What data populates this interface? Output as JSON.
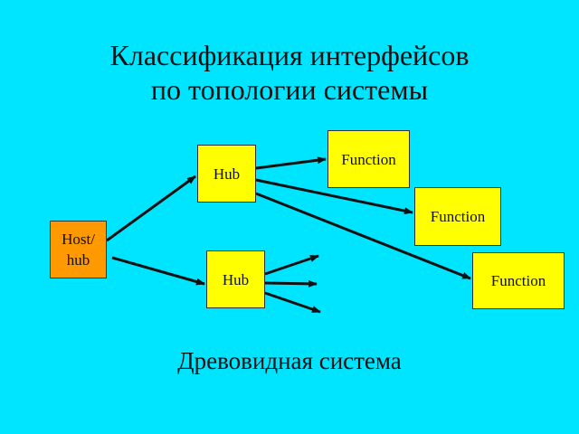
{
  "title": {
    "line1": "Классификация интерфейсов",
    "line2": "по топологии системы"
  },
  "nodes": {
    "host": {
      "line1": "Host/",
      "line2": "hub"
    },
    "hub_top": "Hub",
    "hub_bottom": "Hub",
    "function_1": "Function",
    "function_2": "Function",
    "function_3": "Function"
  },
  "caption": "Древовидная система",
  "colors": {
    "background": "#00e5ff",
    "hub_fill": "#ffff00",
    "function_fill": "#ffff00",
    "host_fill": "#ff9900",
    "arrow": "#111111"
  }
}
